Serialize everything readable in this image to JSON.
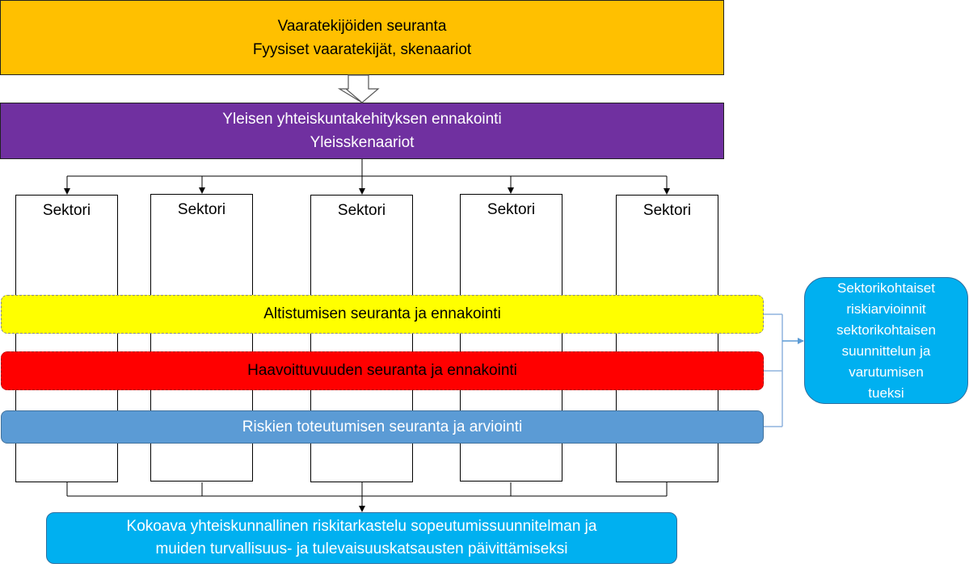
{
  "top_box": {
    "line1": "Vaaratekijöiden seuranta",
    "line2": "Fyysiset vaaratekijät, skenaariot"
  },
  "general_box": {
    "line1": "Yleisen yhteiskuntakehityksen ennakointi",
    "line2": "Yleisskenaariot"
  },
  "sectors": [
    "Sektori",
    "Sektori",
    "Sektori",
    "Sektori",
    "Sektori"
  ],
  "bands": {
    "exposure": "Altistumisen seuranta ja ennakointi",
    "vulnerability": "Haavoittuvuuden seuranta ja ennakointi",
    "risks": "Riskien toteutumisen seuranta ja arviointi"
  },
  "side_box": {
    "lines": [
      "Sektorikohtaiset",
      "riskiarvioinnit",
      "sektorikohtaisen",
      "suunnittelun ja",
      "varutumisen",
      "tueksi"
    ]
  },
  "bottom_box": {
    "line1": "Kokoava yhteiskunnallinen riskitarkastelu sopeutumissuunnitelman ja",
    "line2": "muiden turvallisuus- ja tulevaisuuskatsausten päivittämiseksi"
  },
  "colors": {
    "orange": "#ffc000",
    "purple": "#7030a0",
    "yellow": "#ffff00",
    "red": "#ff0000",
    "blue": "#5b9bd5",
    "cyan": "#00b0f0"
  }
}
